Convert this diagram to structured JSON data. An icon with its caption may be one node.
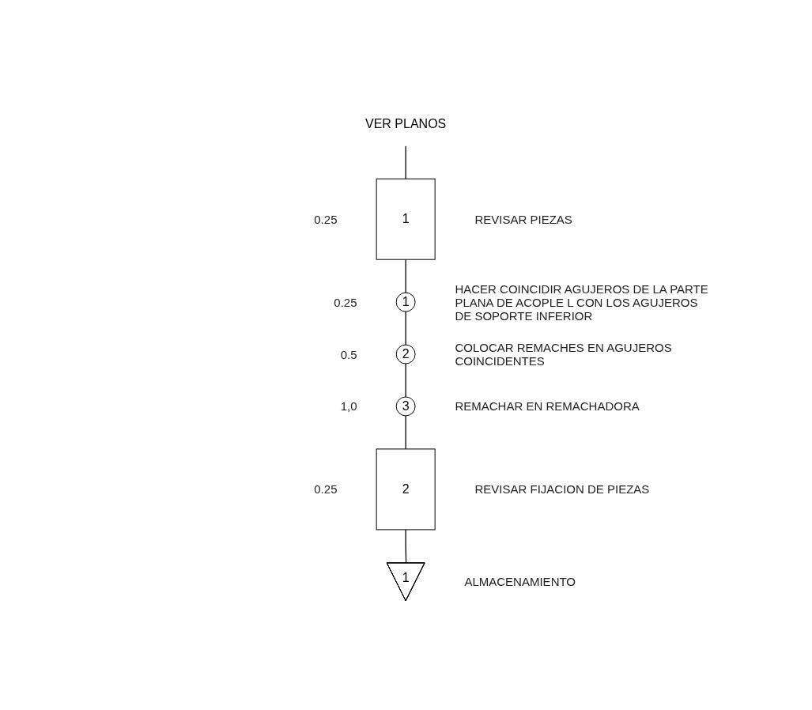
{
  "diagram": {
    "nodes": [
      {
        "text": [
          "VER PLANOS"
        ]
      },
      {
        "text": [
          "1"
        ],
        "beside": [
          "0.25",
          "REVISAR PIEZAS"
        ]
      },
      {
        "text": [
          "1"
        ],
        "beside": [
          "0.25",
          "HACER COINCIDIR AGUJEROS DE LA PARTE PLANA DE ACOPLE L CON LOS AGUJEROS DE SOPORTE INFERIOR"
        ]
      },
      {
        "text": [
          "2"
        ],
        "beside": [
          "0.5",
          "COLOCAR REMACHES EN AGUJEROS COINCIDENTES"
        ]
      },
      {
        "text": [
          "3"
        ],
        "beside": [
          "1,0",
          "REMACHAR EN REMACHADORA"
        ]
      },
      {
        "text": [
          "2"
        ],
        "beside": [
          "0.25",
          "REVISAR FIJACION DE PIEZAS"
        ]
      },
      {
        "text": [
          "1"
        ],
        "beside": [
          "ALMACENAMIENTO"
        ]
      }
    ],
    "edges": [
      {
        "from": 0,
        "to": 1,
        "arrow": "none"
      },
      {
        "from": 1,
        "to": 2,
        "arrow": "none"
      },
      {
        "from": 2,
        "to": 3,
        "arrow": "none"
      },
      {
        "from": 3,
        "to": 4,
        "arrow": "none"
      },
      {
        "from": 4,
        "to": 5,
        "arrow": "none"
      },
      {
        "from": 5,
        "to": 6,
        "arrow": "none"
      }
    ]
  }
}
